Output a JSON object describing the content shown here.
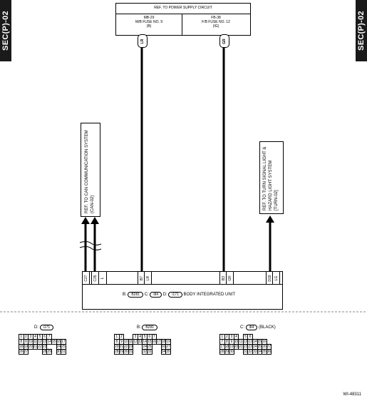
{
  "side_tabs": {
    "left": "SEC(P)-02",
    "right": "SEC(P)-02"
  },
  "power_box": {
    "title": "REF. TO POWER SUPPLY CIRCUIT",
    "left": [
      "MB-29",
      "M/B FUSE NO. 9",
      "(B)"
    ],
    "right": [
      "FB-38",
      "F/B FUSE NO. 12",
      "(IG)"
    ]
  },
  "wires": {
    "w1": "LR",
    "w2": "GR"
  },
  "ref_can": [
    "REF. TO CAN COMMUNICATION SYSTEM",
    "(CAN-02)"
  ],
  "ref_turn": [
    "REF. TO TURN SIGNAL LIGHT &",
    "HAZARD LIGHT SYSTEM",
    "[TURN-02]"
  ],
  "pins": [
    {
      "pin": "C27",
      "wire": "B"
    },
    {
      "pin": "C35",
      "wire": "L"
    },
    {
      "pin": "B7",
      "wire": "LR"
    },
    {
      "pin": "B3",
      "wire": "GR"
    },
    {
      "pin": "D18",
      "wire": "LG"
    }
  ],
  "unit": {
    "b": "B:",
    "b_code": "B281",
    "c": "C:",
    "c_code": "i84",
    "d": "D:",
    "d_code": "i171",
    "name": "BODY INTEGRATED UNIT"
  },
  "connectors": {
    "d": {
      "label": "D:",
      "code": "i171",
      "rows": [
        [
          "1",
          "2",
          "3",
          "4",
          "5",
          "6",
          "7"
        ],
        [
          "8",
          "9",
          "10",
          "11",
          "12",
          "13",
          "14",
          "15",
          "16",
          "17"
        ],
        [
          "18",
          "19",
          "20",
          "21",
          "22",
          "23",
          "",
          "",
          "24",
          "25"
        ],
        [
          "26",
          "27",
          "",
          "",
          "",
          "28",
          "29",
          "",
          "30",
          "31"
        ]
      ]
    },
    "b": {
      "label": "B:",
      "code": "B281",
      "rows": [
        [
          "1",
          "2",
          "",
          "",
          "3",
          "4",
          "5",
          "6",
          "7"
        ],
        [
          "8",
          "9",
          "10",
          "11",
          "12",
          "13",
          "14",
          "15",
          "16",
          "17",
          "18",
          "19"
        ],
        [
          "20",
          "21",
          "22",
          "23",
          "",
          "",
          "24",
          "25",
          "",
          "",
          "26",
          "27"
        ],
        [
          "28",
          "29",
          "30",
          "31",
          "",
          "",
          "32",
          "33",
          "",
          "",
          "34",
          "35"
        ]
      ]
    },
    "c": {
      "label": "C:",
      "code": "i84",
      "suffix": "(BLACK)",
      "rows": [
        [
          "1",
          "2",
          "3",
          "4",
          "",
          "5",
          "6"
        ],
        [
          "7",
          "8",
          "9",
          "10",
          "11",
          "12",
          "13",
          "14",
          "15",
          "16"
        ],
        [
          "17",
          "18",
          "19",
          "20",
          "21",
          "22",
          "23",
          "24",
          "25",
          "26",
          "27"
        ],
        [
          "28",
          "29",
          "30",
          "",
          "",
          "31",
          "32",
          "33",
          "34",
          "35",
          "36"
        ]
      ]
    }
  },
  "figure_id": "WI-48311"
}
